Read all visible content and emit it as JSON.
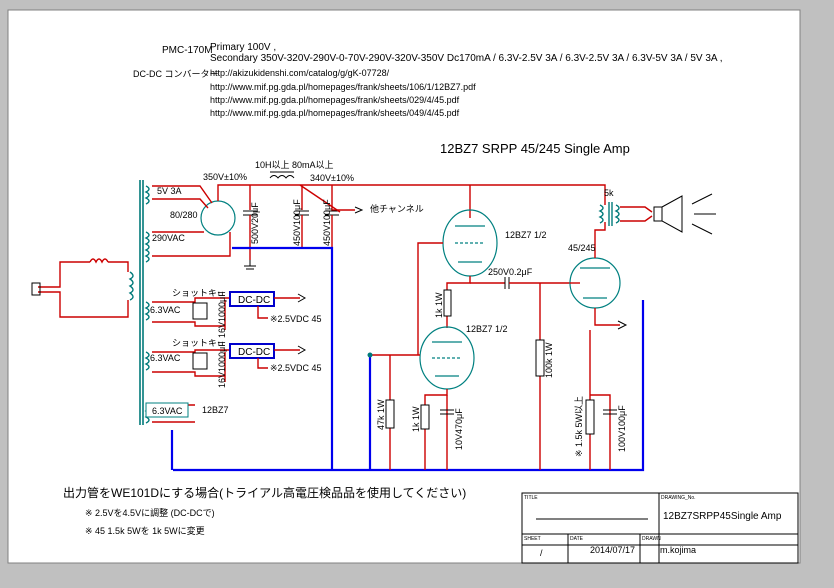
{
  "header": {
    "model": "PMC-170M",
    "primary": "Primary 100V ,",
    "secondary": "Secondary 350V-320V-290V-0-70V-290V-320V-350V Dc170mA / 6.3V-2.5V 3A / 6.3V-2.5V 3A / 6.3V-5V 3A / 5V 3A ,",
    "dcdc_label": "DC-DC コンバーター",
    "links": [
      "http://akizukidenshi.com/catalog/g/gK-07728/",
      "http://www.mif.pg.gda.pl/homepages/frank/sheets/106/1/12BZ7.pdf",
      "http://www.mif.pg.gda.pl/homepages/frank/sheets/029/4/45.pdf",
      "http://www.mif.pg.gda.pl/homepages/frank/sheets/049/4/45.pdf"
    ]
  },
  "circuit_title": "12BZ7 SRPP 45/245 Single Amp",
  "labels": {
    "v5_3a": "5V 3A",
    "rect_tube": "80/280",
    "v290vac": "290VAC",
    "v350": "350V±10%",
    "choke": "10H以上 80mA以上",
    "v340": "340V±10%",
    "c1": "500V20μF",
    "c2": "450V100μF",
    "c3": "450V100μF",
    "other_ch": "他チャンネル",
    "schottky1": "ショットキー",
    "schottky2": "ショットキー",
    "v63vac_a": "6.3VAC",
    "v63vac_b": "6.3VAC",
    "v63vac_c": "6.3VAC",
    "dcdc_box": "DC-DC",
    "dcdc_box2": "DC-DC",
    "cap_a": "16V1000μF",
    "cap_b": "16V1000μF",
    "out_a": "※2.5VDC 45",
    "out_b": "※2.5VDC 45",
    "tube_12bz7": "12BZ7",
    "v1_upper": "12BZ7 1/2",
    "v1_lower": "12BZ7 1/2",
    "v2": "45/245",
    "r_1k_1w": "1k 1W",
    "cc": "250V0.2μF",
    "r_100k": "100k 1W",
    "r_47k": "47k 1W",
    "r_1k_b": "1k 1W",
    "c_10v470": "10V470μF",
    "out_tr": "5k",
    "rk_note": "※ 1.5k 5W以上",
    "ck": "100V100μF"
  },
  "notes": {
    "main": "出力管をWE101Dにする場合(トライアル高電圧検品品を使用してください)",
    "n1": "※ 2.5Vを4.5Vに調整 (DC-DCで)",
    "n2": "※ 45 1.5k 5Wを  1k 5Wに変更"
  },
  "title_block": {
    "title_lbl": "TITLE",
    "drawing_lbl": "DRAWING_No.",
    "drawing_no": "12BZ7SRPP45Single Amp",
    "sheet_lbl": "SHEET",
    "date_lbl": "DATE",
    "drawn_lbl": "DRAWN",
    "sheet": "/",
    "date": "2014/07/17",
    "drawn": "m.kojima"
  }
}
